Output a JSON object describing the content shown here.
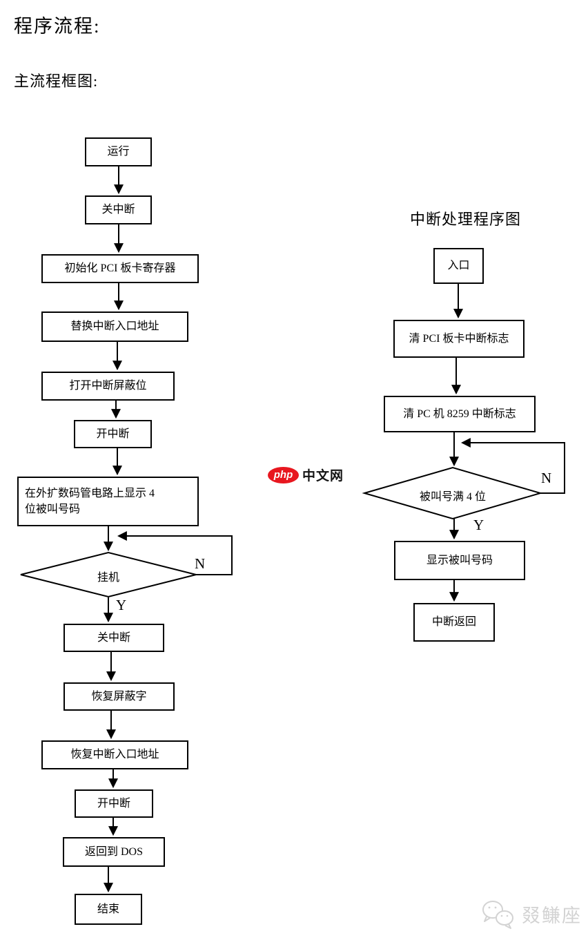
{
  "page": {
    "title": "程序流程:",
    "subtitle": "主流程框图:"
  },
  "main_flowchart": {
    "nodes": [
      "运行",
      "关中断",
      "初始化 PCI 板卡寄存器",
      "替换中断入口地址",
      "打开中断屏蔽位",
      "开中断",
      "在外扩数码管电路上显示 4\n位被叫号码",
      "挂机",
      "关中断",
      "恢复屏蔽字",
      "恢复中断入口地址",
      "开中断",
      "返回到 DOS",
      "结束"
    ],
    "branch_no": "N",
    "branch_yes": "Y"
  },
  "interrupt_flowchart": {
    "title": "中断处理程序图",
    "nodes": [
      "入口",
      "清 PCI 板卡中断标志",
      "清 PC 机 8259 中断标志",
      "被叫号满 4 位",
      "显示被叫号码",
      "中断返回"
    ],
    "branch_no": "N",
    "branch_yes": "Y"
  },
  "watermarks": {
    "center_logo": {
      "badge": "php",
      "site": "中文网",
      "badge_color": "#e8171f"
    },
    "corner": {
      "text": "叕鳒座"
    }
  }
}
